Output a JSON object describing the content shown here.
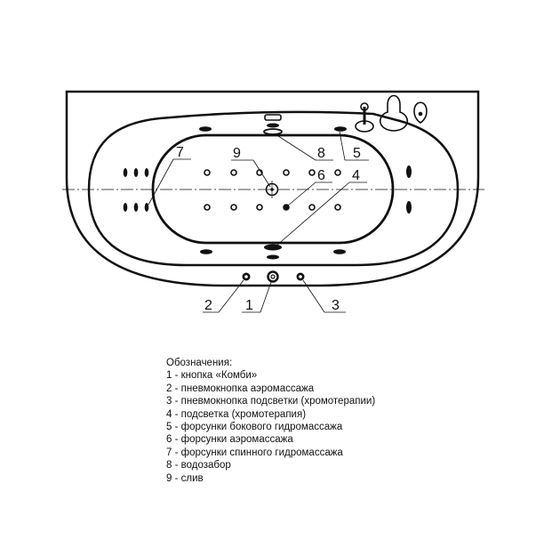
{
  "callouts": [
    "1",
    "2",
    "3",
    "4",
    "5",
    "6",
    "7",
    "8",
    "9"
  ],
  "legend": {
    "title": "Обозначения:",
    "items": [
      "1 - кнопка «Комби»",
      "2 - пневмокнопка аэромассажа",
      "3 - пневмокнопка подсветки (хромотерапии)",
      "4 - подсветка (хромотерапия)",
      "5 - форсунки бокового гидромассажа",
      "6 - форсунки аэромассажа",
      "7 - форсунки спинного гидромассажа",
      "8 - водозабор",
      "9 - слив"
    ]
  }
}
